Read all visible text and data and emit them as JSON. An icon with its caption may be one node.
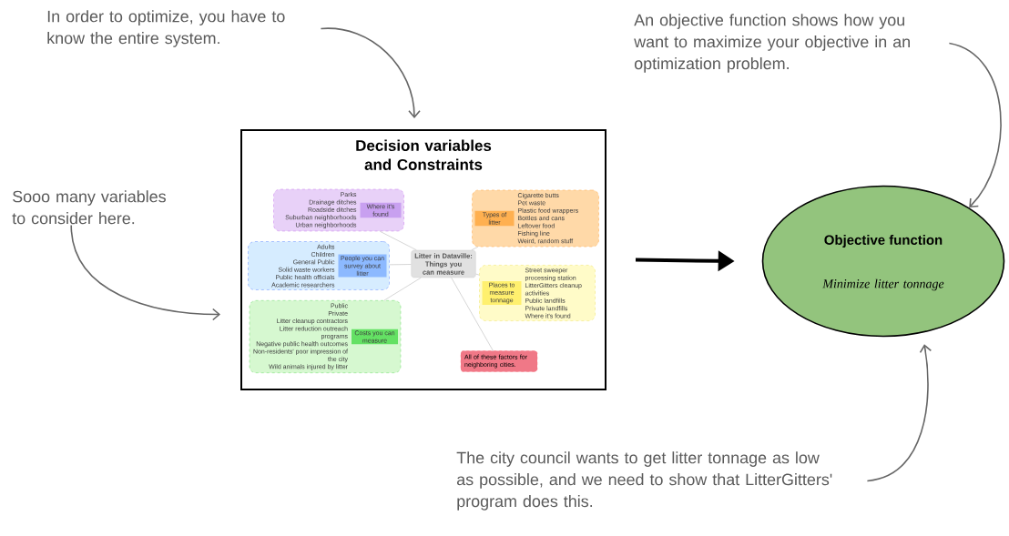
{
  "diagram": {
    "nodes": [
      {
        "text": [
          "In order to optimize, you have to know the entire system."
        ]
      },
      {
        "text": [
          "An objective function shows how you want to maximize your objective in an optimization problem."
        ]
      },
      {
        "text": [
          "Sooo many variables to consider here."
        ]
      },
      {
        "text": [
          "Decision variables and Constraints"
        ]
      },
      {
        "text": [
          "Litter in Dataville: Things you can measure"
        ],
        "in": 3
      },
      {
        "text": [
          "Where it's found",
          "Parks",
          "Drainage ditches",
          "Roadside ditches",
          "Suburban neighborhoods",
          "Urban neighborhoods"
        ],
        "in": 3
      },
      {
        "text": [
          "People you can survey about litter",
          "Adults",
          "Children",
          "General Public",
          "Solid waste workers",
          "Public health officials",
          "Academic researchers"
        ],
        "in": 3
      },
      {
        "text": [
          "Costs you can measure",
          "Public",
          "Private",
          "Litter cleanup contractors",
          "Litter reduction outreach programs",
          "Negative public health outcomes",
          "Non-residents' poor impression of the city",
          "Wild animals injured by litter"
        ],
        "in": 3
      },
      {
        "text": [
          "Types of litter",
          "Cigarette butts",
          "Pet waste",
          "Plastic food wrappers",
          "Bottles and cans",
          "Leftover food",
          "Fishing line",
          "Weird, random stuff"
        ],
        "in": 3
      },
      {
        "text": [
          "Places to measure tonnage",
          "Street sweeper processing station",
          "LitterGitters cleanup activities",
          "Public landfills",
          "Private landfills",
          "Where it's found"
        ],
        "in": 3
      },
      {
        "text": [
          "All of these factors for neighboring cities."
        ],
        "in": 3
      },
      {
        "text": [
          "Objective function",
          "Minimize litter tonnage"
        ]
      },
      {
        "text": [
          "The city council wants to get litter tonnage as low as possible, and we need to show that LitterGitters' program does this."
        ]
      }
    ],
    "edges": [
      {
        "from": 0,
        "to": 3,
        "arrow": "to",
        "color": "#666666"
      },
      {
        "from": 1,
        "to": 11,
        "arrow": "to",
        "color": "#666666"
      },
      {
        "from": 2,
        "to": 3,
        "arrow": "to",
        "color": "#666666"
      },
      {
        "from": 12,
        "to": 11,
        "arrow": "to",
        "color": "#666666"
      },
      {
        "from": 3,
        "to": 11,
        "arrow": "to",
        "style": "thick",
        "color": "#000000"
      },
      {
        "from": 4,
        "to": 5,
        "arrow": "none",
        "color": "#cccccc"
      },
      {
        "from": 4,
        "to": 6,
        "arrow": "none",
        "color": "#cccccc"
      },
      {
        "from": 4,
        "to": 7,
        "arrow": "none",
        "color": "#cccccc"
      },
      {
        "from": 4,
        "to": 8,
        "arrow": "none",
        "color": "#cccccc"
      },
      {
        "from": 4,
        "to": 9,
        "arrow": "none",
        "color": "#cccccc"
      },
      {
        "from": 4,
        "to": 10,
        "arrow": "none",
        "color": "#cccccc"
      }
    ]
  }
}
